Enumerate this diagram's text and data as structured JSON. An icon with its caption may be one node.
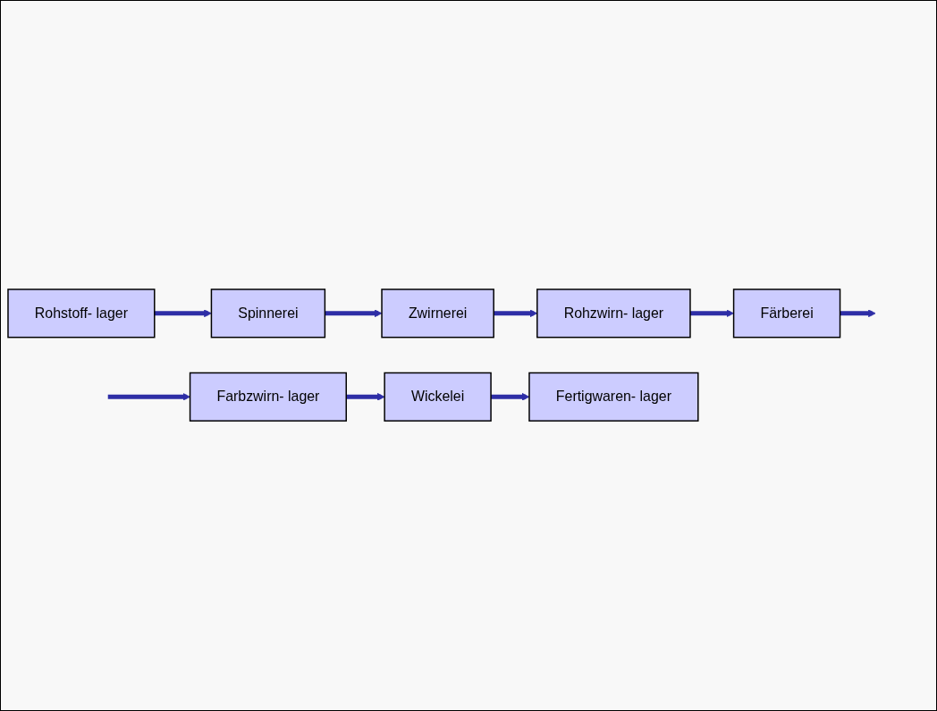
{
  "diagram": {
    "nodes": [
      {
        "text": [
          "Rohstoff- lager"
        ]
      },
      {
        "text": [
          "Spinnerei"
        ]
      },
      {
        "text": [
          "Zwirnerei"
        ]
      },
      {
        "text": [
          "Rohzwirn- lager"
        ]
      },
      {
        "text": [
          "Färberei"
        ]
      },
      {
        "text": [
          "Farbzwirn- lager"
        ]
      },
      {
        "text": [
          "Wickelei"
        ]
      },
      {
        "text": [
          "Fertigwaren- lager"
        ]
      }
    ],
    "edges": [
      {
        "from": 0,
        "to": 1,
        "arrow": "to"
      },
      {
        "from": 1,
        "to": 2,
        "arrow": "to"
      },
      {
        "from": 2,
        "to": 3,
        "arrow": "to"
      },
      {
        "from": 3,
        "to": 4,
        "arrow": "to"
      },
      {
        "from": 4,
        "to": null,
        "arrow": "to"
      },
      {
        "from": null,
        "to": 5,
        "arrow": "to"
      },
      {
        "from": 5,
        "to": 6,
        "arrow": "to"
      },
      {
        "from": 6,
        "to": 7,
        "arrow": "to"
      }
    ]
  }
}
